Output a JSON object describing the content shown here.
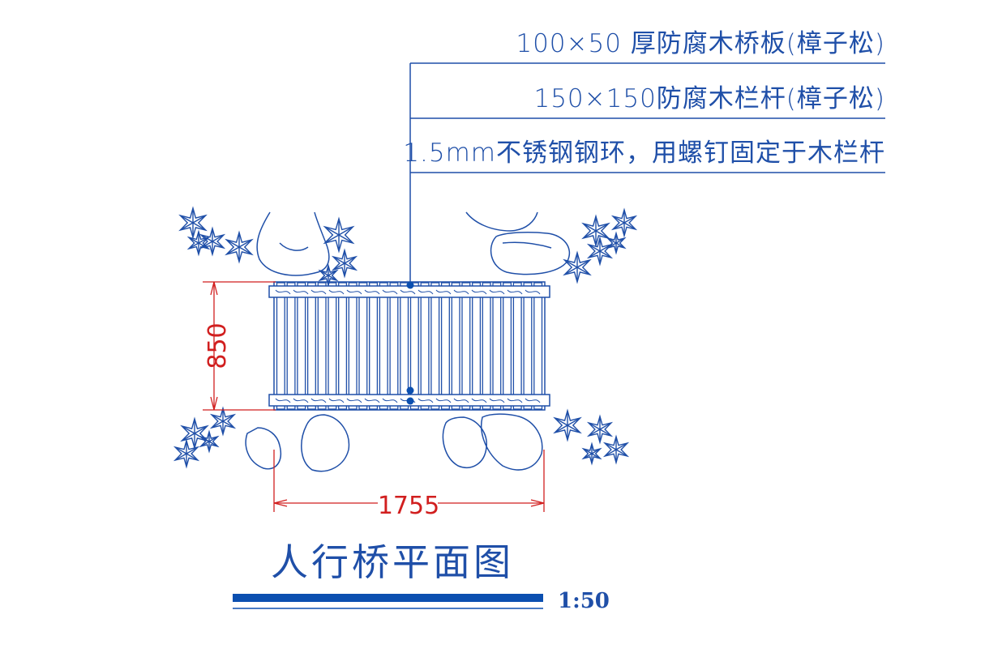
{
  "annotations": {
    "deck_board": "100×50 厚防腐木桥板(樟子松)",
    "railing": "150×150防腐木栏杆(樟子松)",
    "ring": "1.5mm不锈钢钢环，用螺钉固定于木栏杆"
  },
  "dimensions": {
    "width": "1755",
    "height": "850"
  },
  "title": "人行桥平面图",
  "scale": "1:50",
  "colors": {
    "line": "#1f4fa8",
    "dimension": "#d11f1f",
    "scale_bar": "#0b4fb0"
  },
  "plank_count": 26
}
